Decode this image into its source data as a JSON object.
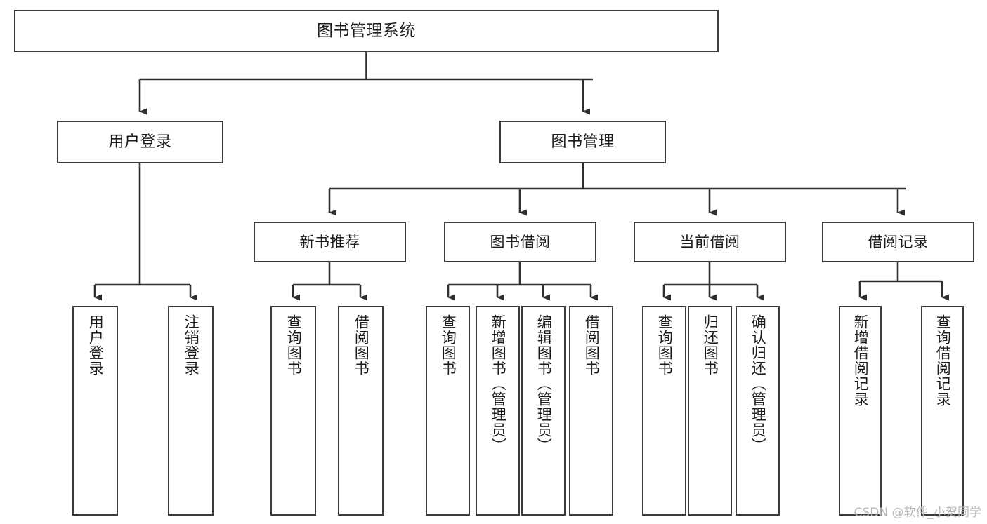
{
  "diagram": {
    "type": "tree",
    "title": "图书管理系统",
    "root": {
      "id": "root",
      "label": "图书管理系统"
    },
    "level1": [
      {
        "id": "user-login",
        "label": "用户登录"
      },
      {
        "id": "book-manage",
        "label": "图书管理"
      }
    ],
    "level2": [
      {
        "id": "new-book-rec",
        "label": "新书推荐",
        "parent": "book-manage"
      },
      {
        "id": "book-borrow",
        "label": "图书借阅",
        "parent": "book-manage"
      },
      {
        "id": "current-borrow",
        "label": "当前借阅",
        "parent": "book-manage"
      },
      {
        "id": "borrow-record",
        "label": "借阅记录",
        "parent": "book-manage"
      }
    ],
    "leaves": [
      {
        "id": "leaf-user-login",
        "label": "用户登录",
        "parent": "user-login"
      },
      {
        "id": "leaf-user-logout",
        "label": "注销登录",
        "parent": "user-login"
      },
      {
        "id": "leaf-rec-query",
        "label": "查询图书",
        "parent": "new-book-rec"
      },
      {
        "id": "leaf-rec-borrow",
        "label": "借阅图书",
        "parent": "new-book-rec"
      },
      {
        "id": "leaf-bb-query",
        "label": "查询图书",
        "parent": "book-borrow"
      },
      {
        "id": "leaf-bb-add",
        "label": "新增图书（管理员）",
        "parent": "book-borrow"
      },
      {
        "id": "leaf-bb-edit",
        "label": "编辑图书（管理员）",
        "parent": "book-borrow"
      },
      {
        "id": "leaf-bb-borrow",
        "label": "借阅图书",
        "parent": "book-borrow"
      },
      {
        "id": "leaf-cb-query",
        "label": "查询图书",
        "parent": "current-borrow"
      },
      {
        "id": "leaf-cb-return",
        "label": "归还图书",
        "parent": "current-borrow"
      },
      {
        "id": "leaf-cb-confirm",
        "label": "确认归还（管理员）",
        "parent": "current-borrow"
      },
      {
        "id": "leaf-br-add",
        "label": "新增借阅记录",
        "parent": "borrow-record"
      },
      {
        "id": "leaf-br-query",
        "label": "查询借阅记录",
        "parent": "borrow-record"
      }
    ],
    "watermark": "CSDN @软件_小贺同学",
    "colors": {
      "background": "#ffffff",
      "node_fill": "#ffffff",
      "node_border": "#3a3a3a",
      "edge": "#2f2f2f",
      "text": "#1d1d1d",
      "watermark": "#b9b9b9"
    }
  }
}
